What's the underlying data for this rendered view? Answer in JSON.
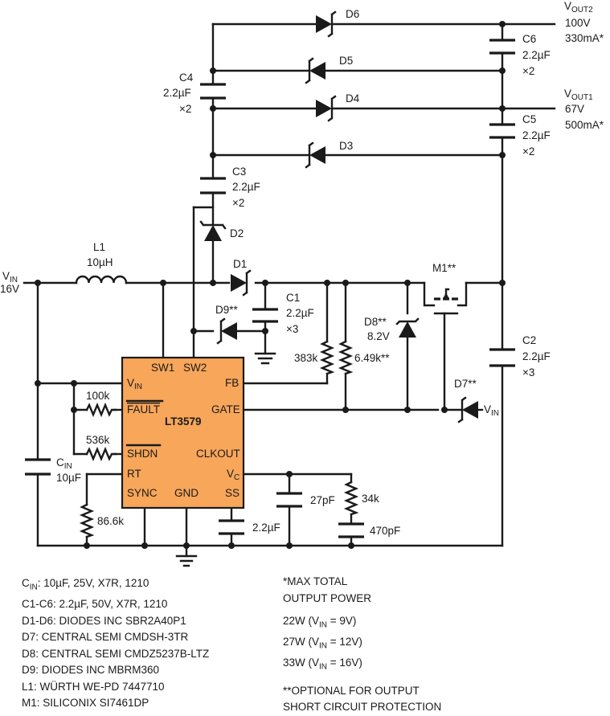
{
  "ic": {
    "name": "LT3579",
    "pins": {
      "sw1": "SW1",
      "sw2": "SW2",
      "vin_v": "V",
      "vin_sub": "IN",
      "fault": "FAULT",
      "shdn": "SHDN",
      "rt": "RT",
      "sync": "SYNC",
      "gnd": "GND",
      "fb": "FB",
      "gate": "GATE",
      "clkout": "CLKOUT",
      "vc_v": "V",
      "vc_sub": "C",
      "ss": "SS"
    },
    "color": "#f7a65a"
  },
  "input": {
    "v": "V",
    "sub": "IN",
    "voltage": "16V"
  },
  "outputs": {
    "vout2": {
      "v": "V",
      "sub": "OUT2",
      "voltage": "100V",
      "current": "330mA*"
    },
    "vout1": {
      "v": "V",
      "sub": "OUT1",
      "voltage": "67V",
      "current": "500mA*"
    }
  },
  "components": {
    "L1": {
      "ref": "L1",
      "value": "10µH"
    },
    "D1": "D1",
    "D2": "D2",
    "D3": "D3",
    "D4": "D4",
    "D5": "D5",
    "D6": "D6",
    "D7": "D7**",
    "D8": "D8**",
    "D8_value": "8.2V",
    "D9": "D9**",
    "M1": "M1**",
    "C1": {
      "ref": "C1",
      "value": "2.2µF",
      "mult": "×3"
    },
    "C2": {
      "ref": "C2",
      "value": "2.2µF",
      "mult": "×3"
    },
    "C3": {
      "ref": "C3",
      "value": "2.2µF",
      "mult": "×2"
    },
    "C4": {
      "ref": "C4",
      "value": "2.2µF",
      "mult": "×2"
    },
    "C5": {
      "ref": "C5",
      "value": "2.2µF",
      "mult": "×2"
    },
    "C6": {
      "ref": "C6",
      "value": "2.2µF",
      "mult": "×2"
    },
    "CIN": {
      "c": "C",
      "sub": "IN",
      "value": "10µF"
    },
    "R_fault": "100k",
    "R_shdn": "536k",
    "R_rt": "86.6k",
    "R_fb_top": "383k",
    "R_fb_bot": "6.49k**",
    "C_ss": "2.2µF",
    "C_vc1": "27pF",
    "R_vc": "34k",
    "C_vc2": "470pF",
    "D7_vin": {
      "v": "V",
      "sub": "IN"
    }
  },
  "bom": [
    {
      "pre": "C",
      "sub": "IN",
      "text": ": 10µF, 25V, X7R, 1210"
    },
    {
      "pre": "",
      "sub": "",
      "text": "C1-C6: 2.2µF, 50V, X7R, 1210"
    },
    {
      "pre": "",
      "sub": "",
      "text": "D1-D6: DIODES INC SBR2A40P1"
    },
    {
      "pre": "",
      "sub": "",
      "text": "D7: CENTRAL SEMI CMDSH-3TR"
    },
    {
      "pre": "",
      "sub": "",
      "text": "D8: CENTRAL SEMI CMDZ5237B-LTZ"
    },
    {
      "pre": "",
      "sub": "",
      "text": "D9: DIODES INC MBRM360"
    },
    {
      "pre": "",
      "sub": "",
      "text": "L1: WÜRTH WE-PD 7447710"
    },
    {
      "pre": "",
      "sub": "",
      "text": "M1: SILICONIX SI7461DP"
    }
  ],
  "notes": {
    "max_power_1": "*MAX TOTAL",
    "max_power_2": "OUTPUT POWER",
    "power": [
      {
        "w": "22W (V",
        "sub": "IN",
        "rest": " = 9V)"
      },
      {
        "w": "27W (V",
        "sub": "IN",
        "rest": " = 12V)"
      },
      {
        "w": "33W (V",
        "sub": "IN",
        "rest": " = 16V)"
      }
    ],
    "optional_1": "**OPTIONAL FOR OUTPUT",
    "optional_2": "SHORT CIRCUIT PROTECTION"
  }
}
